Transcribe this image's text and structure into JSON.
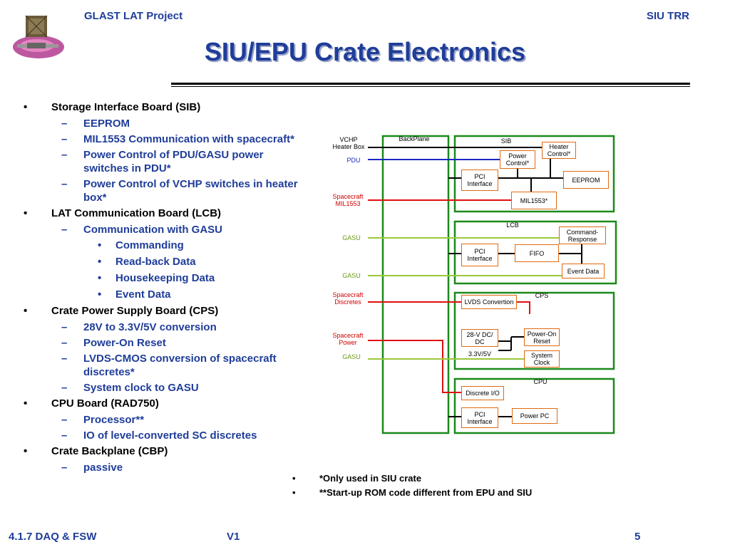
{
  "header": {
    "project": "GLAST LAT Project",
    "review": "SIU TRR"
  },
  "title": "SIU/EPU Crate Electronics",
  "bullets": [
    {
      "level": 1,
      "marker": "•",
      "text": "Storage Interface Board (SIB)"
    },
    {
      "level": 2,
      "marker": "–",
      "text": "EEPROM"
    },
    {
      "level": 2,
      "marker": "–",
      "text": "MIL1553 Communication with spacecraft*"
    },
    {
      "level": 2,
      "marker": "–",
      "text": "Power Control of PDU/GASU power switches in PDU*"
    },
    {
      "level": 2,
      "marker": "–",
      "text": "Power Control of VCHP switches in heater box*"
    },
    {
      "level": 1,
      "marker": "•",
      "text": "LAT Communication Board (LCB)"
    },
    {
      "level": 2,
      "marker": "–",
      "text": "Communication with GASU"
    },
    {
      "level": 3,
      "marker": "•",
      "text": "Commanding"
    },
    {
      "level": 3,
      "marker": "•",
      "text": "Read-back Data"
    },
    {
      "level": 3,
      "marker": "•",
      "text": "Housekeeping Data"
    },
    {
      "level": 3,
      "marker": "•",
      "text": "Event Data"
    },
    {
      "level": 1,
      "marker": "•",
      "text": "Crate Power Supply Board (CPS)"
    },
    {
      "level": 2,
      "marker": "–",
      "text": "28V to 3.3V/5V conversion"
    },
    {
      "level": 2,
      "marker": "–",
      "text": "Power-On Reset"
    },
    {
      "level": 2,
      "marker": "–",
      "text": "LVDS-CMOS conversion of spacecraft discretes*"
    },
    {
      "level": 2,
      "marker": "–",
      "text": "System clock to GASU"
    },
    {
      "level": 1,
      "marker": "•",
      "text": "CPU Board (RAD750)"
    },
    {
      "level": 2,
      "marker": "–",
      "text": "Processor**"
    },
    {
      "level": 2,
      "marker": "–",
      "text": "IO of level-converted SC discretes"
    },
    {
      "level": 1,
      "marker": "•",
      "text": "Crate Backplane (CBP)"
    },
    {
      "level": 2,
      "marker": "–",
      "text": "passive"
    }
  ],
  "notes": {
    "marker": "•",
    "note1": "*Only used in SIU crate",
    "note2": "**Start-up ROM code different from EPU and SIU"
  },
  "footer": {
    "left": "4.1.7 DAQ & FSW",
    "center": "V1",
    "page": "5"
  },
  "diagram": {
    "signals": {
      "vchp": "VCHP Heater Box",
      "pdu": "PDU",
      "sc_mil1553": "Spacecraft MIL1553",
      "gasu_1": "GASU",
      "gasu_2": "GASU",
      "sc_discretes": "Spacecraft Discretes",
      "sc_power": "Spacecraft Power",
      "gasu_3": "GASU"
    },
    "boards": {
      "backplane": "BackPlane",
      "sib": "SIB",
      "lcb": "LCB",
      "cps": "CPS",
      "cpu": "CPU"
    },
    "blocks": {
      "heater_control": "Heater Control*",
      "power_control": "Power Control*",
      "sib_pci": "PCI Interface",
      "eeprom": "EEPROM",
      "mil1553": "MIL1553*",
      "command_response": "Command-Response",
      "lcb_pci": "PCI Interface",
      "fifo": "FIFO",
      "event_data": "Event Data",
      "lvds": "LVDS Convertion",
      "dcdc": "28-V DC/ DC",
      "power_on_reset": "Power-On Reset",
      "v33_5": "3.3V/5V",
      "system_clock": "System Clock",
      "discrete_io": "Discrete I/O",
      "cpu_pci": "PCI Interface",
      "power_pc": "Power PC"
    },
    "colors": {
      "board": "#1a8a1a",
      "block": "#e06a10",
      "red": "#e01010",
      "blue": "#1c28c4",
      "green": "#9ac83c",
      "black": "#000000"
    }
  },
  "colors": {
    "header": "#1f3d99",
    "sub_bullet": "#1f3d99"
  }
}
